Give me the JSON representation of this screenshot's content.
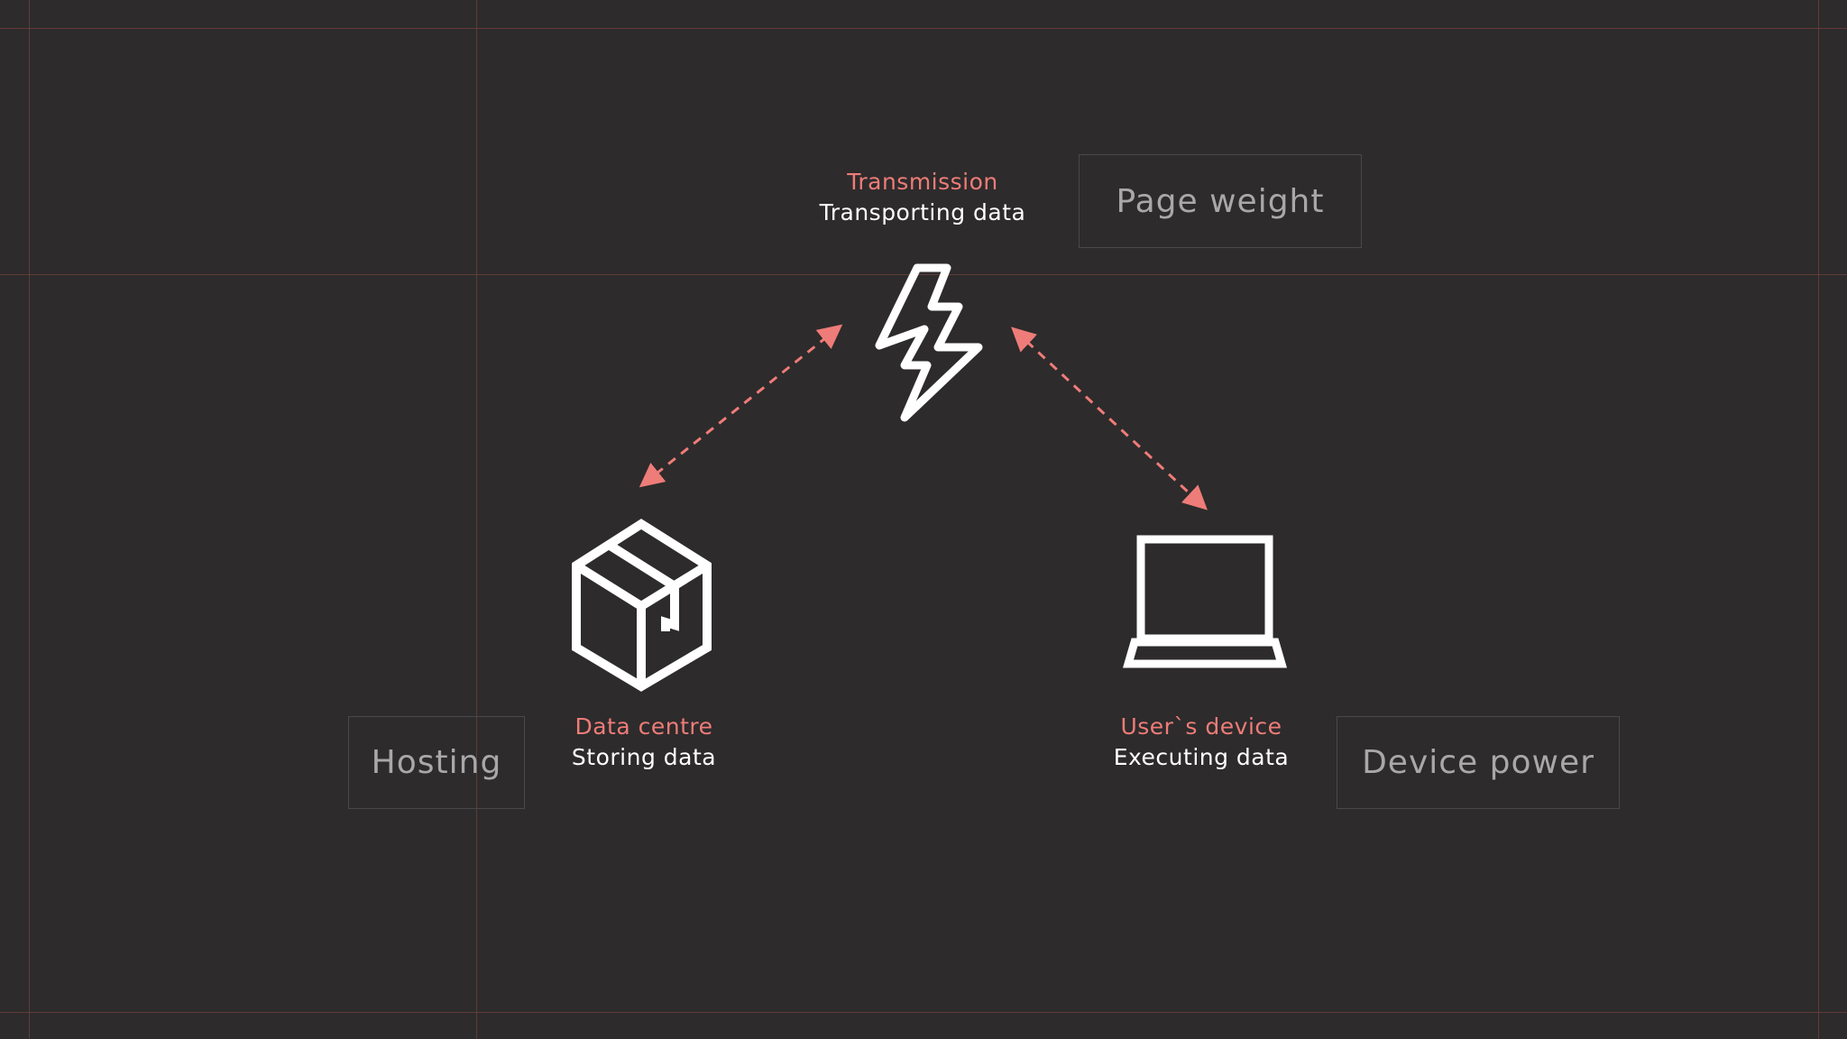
{
  "colors": {
    "background": "#2d2b2c",
    "accent": "#ee7c78",
    "icon": "#ffffff",
    "factor_text": "#a9a7a8",
    "factor_border": "#4a4849",
    "guide_lines": "#6a3f3a"
  },
  "nodes": {
    "transmission": {
      "title": "Transmission",
      "subtitle": "Transporting data",
      "icon": "lightning-bolt-icon"
    },
    "data_centre": {
      "title": "Data centre",
      "subtitle": "Storing data",
      "icon": "box-icon"
    },
    "users_device": {
      "title": "User`s device",
      "subtitle": "Executing data",
      "icon": "laptop-icon"
    }
  },
  "factors": {
    "page_weight": "Page weight",
    "hosting": "Hosting",
    "device_power": "Device power"
  }
}
